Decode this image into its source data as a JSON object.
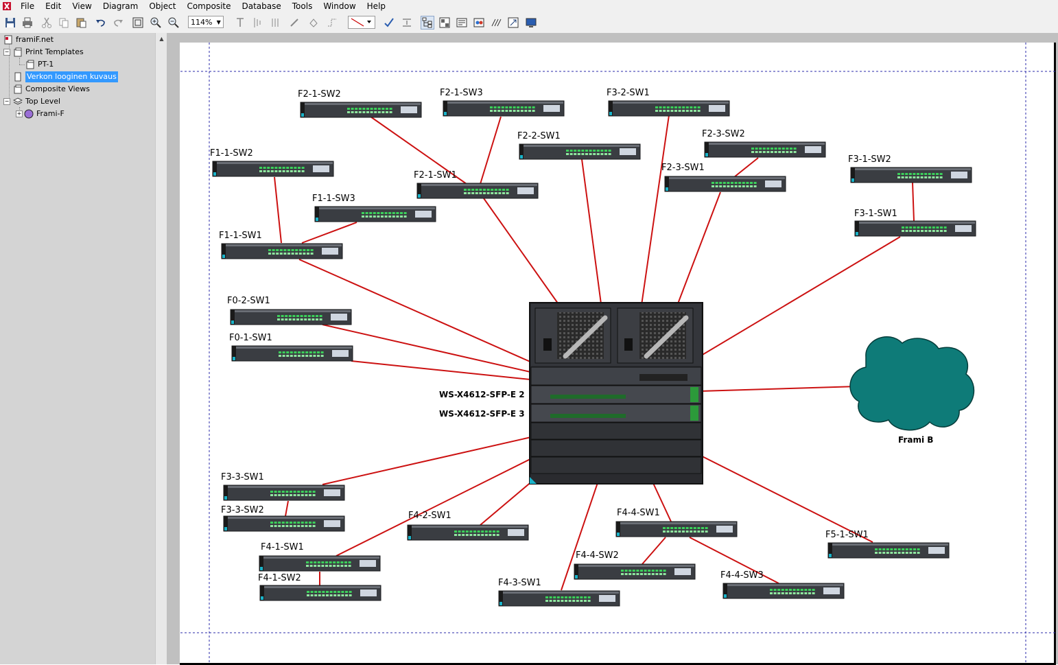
{
  "menu": [
    "File",
    "Edit",
    "View",
    "Diagram",
    "Object",
    "Composite",
    "Database",
    "Tools",
    "Window",
    "Help"
  ],
  "toolbar": {
    "zoom_value": "114%",
    "icons": [
      "save-icon",
      "print-icon",
      "cut-icon",
      "copy-icon",
      "paste-icon",
      "undo-icon",
      "redo-icon",
      "fit-page-icon",
      "zoom-in-icon",
      "zoom-out-icon",
      "text-tool-icon",
      "align-icon",
      "distribute-icon",
      "line-color-icon",
      "fill-color-icon",
      "connect-icon",
      "line-style-icon",
      "checkmark-icon",
      "arrange-icon",
      "hierarchy-icon",
      "group-icon",
      "properties-icon",
      "palette-icon",
      "link-icon",
      "export-icon",
      "monitor-icon"
    ]
  },
  "tree": {
    "root": "framiF.net",
    "print_templates": "Print Templates",
    "pt1": "PT-1",
    "selected_view": "Verkon looginen kuvaus",
    "composite_views": "Composite Views",
    "top_level": "Top Level",
    "frami_f": "Frami-F"
  },
  "diagram": {
    "core_labels": [
      "WS-X4612-SFP-E 2",
      "WS-X4612-SFP-E 3"
    ],
    "cloud_label": "Frami B",
    "link_color": "#cc1111",
    "switches": [
      {
        "id": "F2-1-SW2",
        "label": "F2-1-SW2"
      },
      {
        "id": "F2-1-SW3",
        "label": "F2-1-SW3"
      },
      {
        "id": "F3-2-SW1",
        "label": "F3-2-SW1"
      },
      {
        "id": "F2-2-SW1",
        "label": "F2-2-SW1"
      },
      {
        "id": "F2-3-SW2",
        "label": "F2-3-SW2"
      },
      {
        "id": "F1-1-SW2",
        "label": "F1-1-SW2"
      },
      {
        "id": "F2-1-SW1",
        "label": "F2-1-SW1"
      },
      {
        "id": "F2-3-SW1",
        "label": "F2-3-SW1"
      },
      {
        "id": "F3-1-SW2",
        "label": "F3-1-SW2"
      },
      {
        "id": "F1-1-SW3",
        "label": "F1-1-SW3"
      },
      {
        "id": "F3-1-SW1",
        "label": "F3-1-SW1"
      },
      {
        "id": "F1-1-SW1",
        "label": "F1-1-SW1"
      },
      {
        "id": "F0-2-SW1",
        "label": "F0-2-SW1"
      },
      {
        "id": "F0-1-SW1",
        "label": "F0-1-SW1"
      },
      {
        "id": "F3-3-SW1",
        "label": "F3-3-SW1"
      },
      {
        "id": "F3-3-SW2",
        "label": "F3-3-SW2"
      },
      {
        "id": "F4-2-SW1",
        "label": "F4-2-SW1"
      },
      {
        "id": "F4-4-SW1",
        "label": "F4-4-SW1"
      },
      {
        "id": "F4-1-SW1",
        "label": "F4-1-SW1"
      },
      {
        "id": "F4-1-SW2",
        "label": "F4-1-SW2"
      },
      {
        "id": "F4-4-SW2",
        "label": "F4-4-SW2"
      },
      {
        "id": "F5-1-SW1",
        "label": "F5-1-SW1"
      },
      {
        "id": "F4-4-SW3",
        "label": "F4-4-SW3"
      },
      {
        "id": "F4-3-SW1",
        "label": "F4-3-SW1"
      }
    ]
  }
}
